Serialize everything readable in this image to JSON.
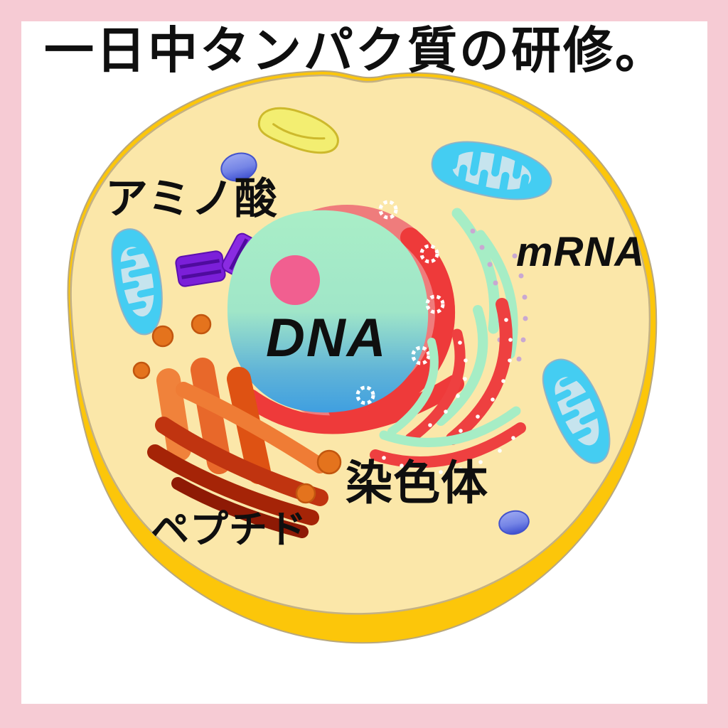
{
  "title": "一日中タンパク質の研修。",
  "diagram": {
    "type": "animal-cell-cartoon-illustration",
    "labels": {
      "amino_acid": "アミノ酸",
      "mrna": "mRNA",
      "dna": "DNA",
      "chromosome": "染色体",
      "peptide": "ペプチド"
    },
    "organelle_names": [
      "cell-membrane",
      "cytoplasm",
      "nucleus",
      "nuclear-envelope-with-pores",
      "nucleolus",
      "mitochondrion-left",
      "mitochondrion-top-right",
      "mitochondrion-right",
      "rough-endoplasmic-reticulum",
      "golgi-apparatus",
      "transport-vesicles",
      "amino-acid-clusters",
      "lysosome",
      "blue-vesicles"
    ],
    "palette": {
      "border_pink": "#f6cbd4",
      "background_white": "#ffffff",
      "cytoplasm_cream": "#fbe7a9",
      "cell_base_gold": "#fcc60a",
      "nuclear_envelope_salmon": "#ef7c7c",
      "nuclear_envelope_shadow_red": "#ee3a3a",
      "nucleoplasm_mint": "#a9eec7",
      "nucleoplasm_blue": "#3f9fe0",
      "nucleolus_pink": "#f15f90",
      "mitochondria_cyan": "#44cdf2",
      "er_mint": "#a6edc5",
      "er_red": "#ee4040",
      "golgi_orange": "#d9490f",
      "vesicle_blue": "#7585e6",
      "vesicle_orange": "#e4731d",
      "amino_acid_purple": "#7b1fd9",
      "lysosome_yellow": "#f3ee71",
      "label_text": "#0f0f0f"
    }
  }
}
